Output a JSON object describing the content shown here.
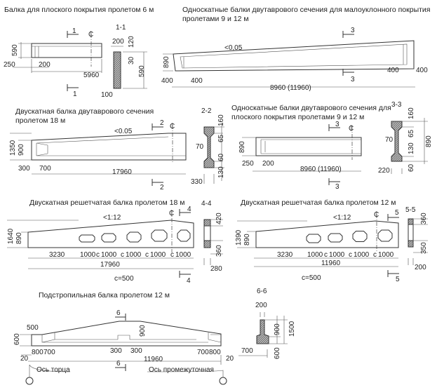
{
  "beams": [
    {
      "id": "flat-6m",
      "title": "Балка для плоского покрытия пролетом 6 м",
      "slope": "",
      "section_mark": "1",
      "section_title": "1-1",
      "elevation_dims": [
        "590",
        "250",
        "200",
        "5960"
      ],
      "section_dims": [
        "200",
        "120",
        "30",
        "590",
        "100"
      ]
    },
    {
      "id": "mono-lowslope",
      "title_line1": "Односкатные балки двутаврового сечения для малоуклонного покрытия",
      "title_line2": "пролетами 9 и 12 м",
      "slope": "<0,05",
      "section_mark": "3",
      "elevation_dims": [
        "890",
        "400",
        "400",
        "400",
        "400",
        "8960 (11960)"
      ]
    },
    {
      "id": "gable-18m",
      "title_line1": "Двускатная балка двутаврового сечения",
      "title_line2": "пролетом 18 м",
      "slope": "<0.05",
      "section_mark": "2",
      "section_title": "2-2",
      "elevation_dims": [
        "1350",
        "900",
        "300",
        "700",
        "17960"
      ],
      "section_dims": [
        "160",
        "65",
        "70",
        "60",
        "130",
        "330"
      ]
    },
    {
      "id": "mono-flat",
      "title_line1": "Односкатные балки двутаврового сечения для",
      "title_line2": "плоского покрытия пролетами 9 и 12 м",
      "section_mark": "3",
      "section_title": "3-3",
      "elevation_dims": [
        "890",
        "250",
        "200",
        "8960 (11960)"
      ],
      "section_dims": [
        "160",
        "65",
        "70",
        "130",
        "890",
        "60",
        "220"
      ]
    },
    {
      "id": "lattice-18m",
      "title": "Двускатная решетчатая балка пролетом 18 м",
      "slope": "<1:12",
      "section_mark": "4",
      "section_title": "4-4",
      "elevation_dims": [
        "1640",
        "890",
        "3230",
        "1000",
        "с",
        "1000",
        "с",
        "1000",
        "с",
        "1000",
        "с",
        "1000",
        "17960",
        "c=500"
      ],
      "section_dims": [
        "420",
        "360",
        "280"
      ]
    },
    {
      "id": "lattice-12m",
      "title": "Двускатная решетчатая балка пролетом 12 м",
      "slope": "<1:12",
      "section_mark": "5",
      "section_title": "5-5",
      "elevation_dims": [
        "1390",
        "890",
        "3230",
        "1000",
        "с",
        "1000",
        "с",
        "1000",
        "с",
        "1000",
        "11960",
        "c=500"
      ],
      "section_dims": [
        "360",
        "350",
        "200"
      ]
    },
    {
      "id": "sub-rafter-12m",
      "title": "Подстропильная балка пролетом 12 м",
      "section_mark": "6",
      "section_title": "6-6",
      "elevation_dims": [
        "500",
        "600",
        "900",
        "300",
        "300",
        "800",
        "700",
        "700",
        "800",
        "20",
        "11960",
        "20"
      ],
      "axis_left": "Ось торца",
      "axis_right": "Ось промежуточная",
      "section_dims": [
        "200",
        "900",
        "1500",
        "600",
        "700"
      ]
    }
  ],
  "symbols": {
    "centerline": "₵"
  }
}
